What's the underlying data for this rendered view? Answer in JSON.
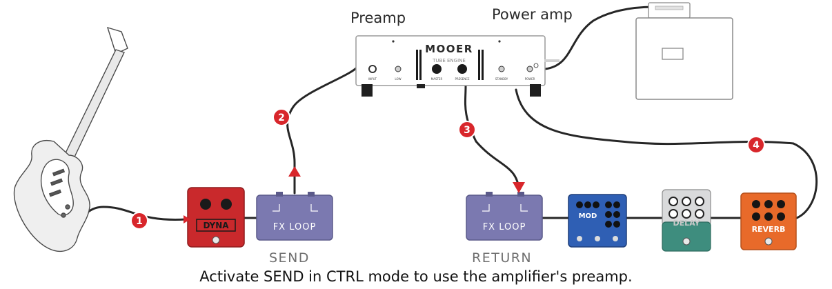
{
  "labels": {
    "preamp": "Preamp",
    "power_amp": "Power amp",
    "send": "SEND",
    "return": "RETURN"
  },
  "caption": "Activate SEND in CTRL mode to use the amplifier's preamp.",
  "device": {
    "brand": "MOOER",
    "model": "TUBE ENGINE",
    "knobs": [
      "INPUT",
      "LOW",
      "MASTER",
      "PRESENCE",
      "STANDBY",
      "POWER"
    ]
  },
  "pedals": {
    "dyna": "DYNA",
    "fx_send": "FX LOOP",
    "fx_return": "FX LOOP",
    "mod": "MOD",
    "delay": "DELAY",
    "reverb": "REVERB"
  },
  "markers": [
    "1",
    "2",
    "3",
    "4"
  ],
  "colors": {
    "marker": "#d8262b",
    "dyna_pedal": "#c9292c",
    "fx_loop_pedal": "#7b79b0",
    "mod_pedal": "#2f5fb4",
    "delay_pedal_top": "#d9dadb",
    "delay_pedal_bottom": "#3e8d7e",
    "reverb_pedal": "#e86a2a",
    "cable": "#262626"
  }
}
